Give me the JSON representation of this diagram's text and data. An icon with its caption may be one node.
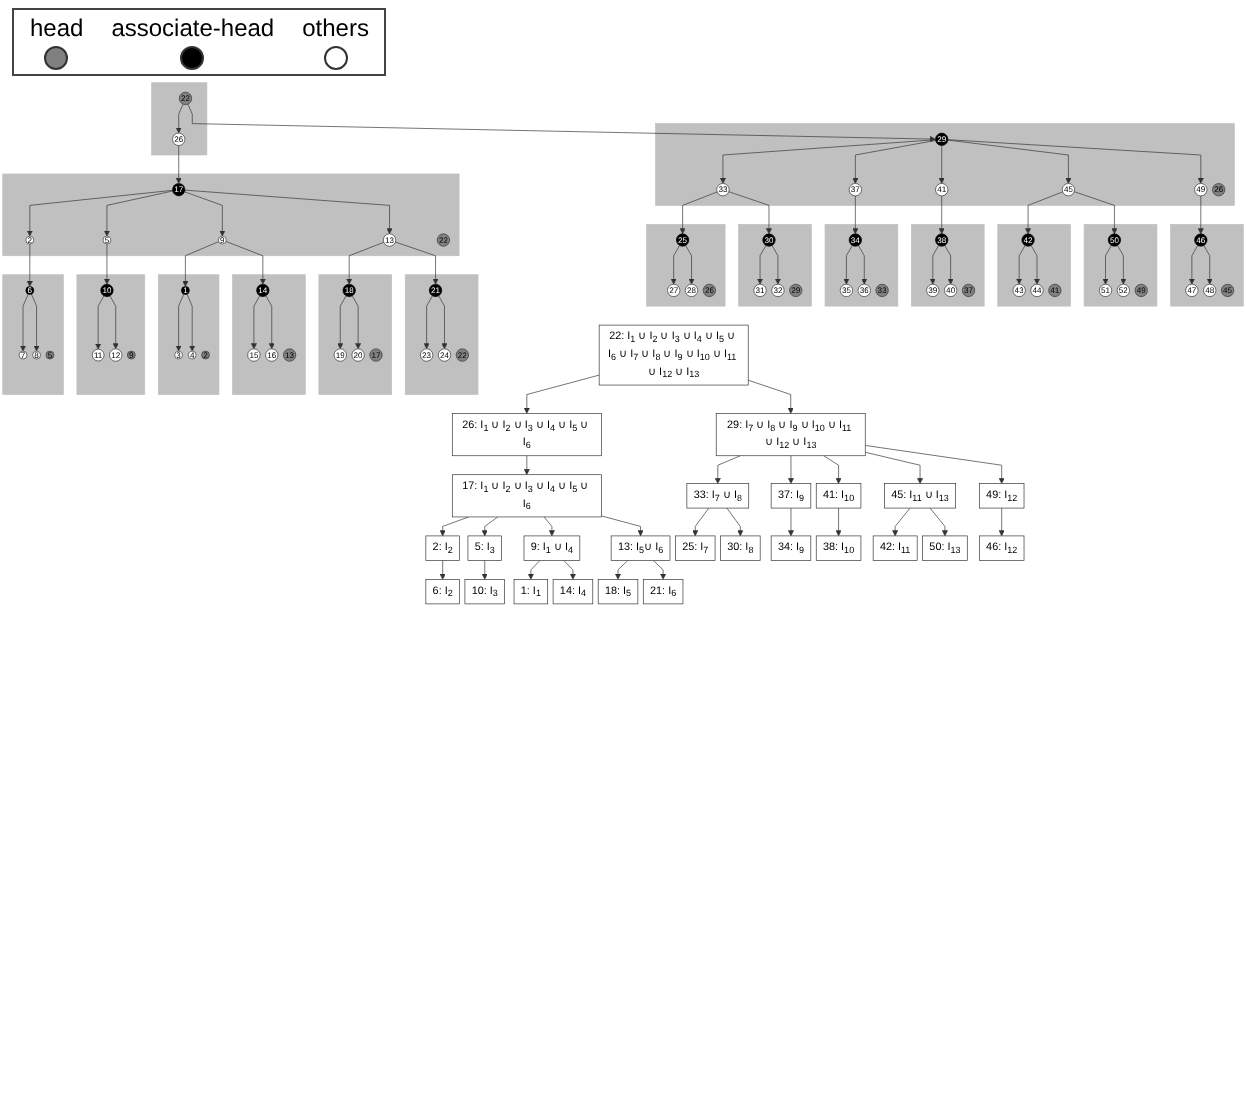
{
  "diagram": {
    "nodes": [
      {
        "text": [],
        "shape": "box"
      },
      {
        "text": [
          "22"
        ],
        "in": 0
      },
      {
        "text": [
          "26"
        ],
        "in": 0
      },
      {
        "text": [],
        "shape": "box"
      },
      {
        "text": [
          "17"
        ],
        "in": 3
      },
      {
        "text": [
          "22"
        ],
        "in": 3
      },
      {
        "text": [
          "2"
        ],
        "in": 3
      },
      {
        "text": [
          "5"
        ],
        "in": 3
      },
      {
        "text": [
          "9"
        ],
        "in": 3
      },
      {
        "text": [
          "13"
        ],
        "in": 3
      },
      {
        "text": [],
        "shape": "box"
      },
      {
        "text": [
          "26"
        ],
        "in": 10
      },
      {
        "text": [
          "29"
        ],
        "in": 10
      },
      {
        "text": [
          "33"
        ],
        "in": 10
      },
      {
        "text": [
          "37"
        ],
        "in": 10
      },
      {
        "text": [
          "41"
        ],
        "in": 10
      },
      {
        "text": [
          "45"
        ],
        "in": 10
      },
      {
        "text": [
          "49"
        ],
        "in": 10
      },
      {
        "text": [],
        "shape": "box"
      },
      {
        "text": [
          "1"
        ],
        "in": 18
      },
      {
        "text": [
          "2"
        ],
        "in": 18
      },
      {
        "text": [
          "3"
        ],
        "in": 18
      },
      {
        "text": [
          "4"
        ],
        "in": 18
      },
      {
        "text": [],
        "shape": "box"
      },
      {
        "text": [
          "5"
        ],
        "in": 23
      },
      {
        "text": [
          "6"
        ],
        "in": 23
      },
      {
        "text": [
          "7"
        ],
        "in": 23
      },
      {
        "text": [
          "8"
        ],
        "in": 23
      },
      {
        "text": [],
        "shape": "box"
      },
      {
        "text": [
          "9"
        ],
        "in": 28
      },
      {
        "text": [
          "10"
        ],
        "in": 28
      },
      {
        "text": [
          "11"
        ],
        "in": 28
      },
      {
        "text": [
          "12"
        ],
        "in": 28
      },
      {
        "text": [],
        "shape": "box"
      },
      {
        "text": [
          "13"
        ],
        "in": 33
      },
      {
        "text": [
          "14"
        ],
        "in": 33
      },
      {
        "text": [
          "15"
        ],
        "in": 33
      },
      {
        "text": [
          "16"
        ],
        "in": 33
      },
      {
        "text": [],
        "shape": "box"
      },
      {
        "text": [
          "17"
        ],
        "in": 38
      },
      {
        "text": [
          "18"
        ],
        "in": 38
      },
      {
        "text": [
          "19"
        ],
        "in": 38
      },
      {
        "text": [
          "20"
        ],
        "in": 38
      },
      {
        "text": [],
        "shape": "box"
      },
      {
        "text": [
          "21"
        ],
        "in": 43
      },
      {
        "text": [
          "22"
        ],
        "in": 43
      },
      {
        "text": [
          "23"
        ],
        "in": 43
      },
      {
        "text": [
          "24"
        ],
        "in": 43
      },
      {
        "text": [],
        "shape": "box"
      },
      {
        "text": [
          "25"
        ],
        "in": 48
      },
      {
        "text": [
          "26"
        ],
        "in": 48
      },
      {
        "text": [
          "27"
        ],
        "in": 48
      },
      {
        "text": [
          "28"
        ],
        "in": 48
      },
      {
        "text": [],
        "shape": "box"
      },
      {
        "text": [
          "29"
        ],
        "in": 53
      },
      {
        "text": [
          "30"
        ],
        "in": 53
      },
      {
        "text": [
          "31"
        ],
        "in": 53
      },
      {
        "text": [
          "32"
        ],
        "in": 53
      },
      {
        "text": [],
        "shape": "box"
      },
      {
        "text": [
          "33"
        ],
        "in": 58
      },
      {
        "text": [
          "34"
        ],
        "in": 58
      },
      {
        "text": [
          "35"
        ],
        "in": 58
      },
      {
        "text": [
          "36"
        ],
        "in": 58
      },
      {
        "text": [],
        "shape": "box"
      },
      {
        "text": [
          "37"
        ],
        "in": 63
      },
      {
        "text": [
          "38"
        ],
        "in": 63
      },
      {
        "text": [
          "39"
        ],
        "in": 63
      },
      {
        "text": [
          "40"
        ],
        "in": 63
      },
      {
        "text": [],
        "shape": "box"
      },
      {
        "text": [
          "41"
        ],
        "in": 68
      },
      {
        "text": [
          "42"
        ],
        "in": 68
      },
      {
        "text": [
          "43"
        ],
        "in": 68
      },
      {
        "text": [
          "44"
        ],
        "in": 68
      },
      {
        "text": [],
        "shape": "box"
      },
      {
        "text": [
          "45"
        ],
        "in": 73
      },
      {
        "text": [
          "46"
        ],
        "in": 73
      },
      {
        "text": [
          "47"
        ],
        "in": 73
      },
      {
        "text": [
          "48"
        ],
        "in": 73
      },
      {
        "text": [],
        "shape": "box"
      },
      {
        "text": [
          "49"
        ],
        "in": 78
      },
      {
        "text": [
          "50"
        ],
        "in": 78
      },
      {
        "text": [
          "51"
        ],
        "in": 78
      },
      {
        "text": [
          "52"
        ],
        "in": 78
      },
      {
        "text": [
          "22: I$_{1}$ ∪ I$_{2}$ ∪ I$_{3}$ ∪ I$_{4}$ ∪ I$_{5}$ ∪ I$_{6}$ ∪ I$_{7}$ ∪ I$_{8}$ ∪ I$_{9}$ ∪ I$_{10}$ ∪ I$_{11}$ ∪ I$_{12}$ ∪ I$_{13}$"
        ]
      },
      {
        "text": [
          "26: I$_{1}$ ∪ I$_{2}$ ∪ I$_{3}$ ∪ I$_{4}$ ∪ I$_{5}$ ∪ I$_{6}$"
        ]
      },
      {
        "text": [
          "29: I$_{7}$ ∪ I$_{8}$ ∪ I$_{9}$ ∪ I$_{10}$ ∪ I$_{11}$ ∪ I$_{12}$ ∪ I$_{13}$"
        ]
      },
      {
        "text": [
          "17: I$_{1}$ ∪ I$_{2}$ ∪ I$_{3}$ ∪ I$_{4}$ ∪ I$_{5}$ ∪ I$_{6}$"
        ]
      },
      {
        "text": [
          "33: I$_{7}$ ∪ I$_{8}$"
        ]
      },
      {
        "text": [
          "37: I$_{9}$"
        ]
      },
      {
        "text": [
          "41: I$_{10}$"
        ]
      },
      {
        "text": [
          "45: I$_{11}$ ∪ I$_{13}$"
        ]
      },
      {
        "text": [
          "49: I$_{12}$"
        ]
      },
      {
        "text": [
          "2: I$_{2}$"
        ]
      },
      {
        "text": [
          "5: I$_{3}$"
        ]
      },
      {
        "text": [
          "9: I$_{1}$ ∪ I$_{4}$"
        ]
      },
      {
        "text": [
          "13: I$_{5}$∪ I$_{6}$"
        ]
      },
      {
        "text": [
          "25: I$_{7}$"
        ]
      },
      {
        "text": [
          "30: I$_{8}$"
        ]
      },
      {
        "text": [
          "34: I$_{9}$"
        ]
      },
      {
        "text": [
          "38: I$_{10}$"
        ]
      },
      {
        "text": [
          "42: I$_{11}$"
        ]
      },
      {
        "text": [
          "50: I$_{13}$"
        ]
      },
      {
        "text": [
          "46: I$_{12}$"
        ]
      },
      {
        "text": [
          "6: I$_{2}$"
        ]
      },
      {
        "text": [
          "10: I$_{3}$"
        ]
      },
      {
        "text": [
          "1: I$_{1}$"
        ]
      },
      {
        "text": [
          "14: I$_{4}$"
        ]
      },
      {
        "text": [
          "18: I$_{5}$"
        ]
      },
      {
        "text": [
          "21: I$_{6}$"
        ]
      }
    ],
    "edges": [
      {
        "from": 1,
        "to": 2,
        "arrow": "to"
      },
      {
        "from": 2,
        "to": 4,
        "arrow": "to"
      },
      {
        "from": 1,
        "to": 12,
        "arrow": "to"
      },
      {
        "from": 4,
        "to": 6,
        "arrow": "to"
      },
      {
        "from": 4,
        "to": 7,
        "arrow": "to"
      },
      {
        "from": 4,
        "to": 8,
        "arrow": "to"
      },
      {
        "from": 4,
        "to": 9,
        "arrow": "to"
      },
      {
        "from": 12,
        "to": 13,
        "arrow": "to"
      },
      {
        "from": 12,
        "to": 14,
        "arrow": "to"
      },
      {
        "from": 12,
        "to": 15,
        "arrow": "to"
      },
      {
        "from": 12,
        "to": 16,
        "arrow": "to"
      },
      {
        "from": 12,
        "to": 17,
        "arrow": "to"
      },
      {
        "from": 6,
        "to": 25,
        "arrow": "to"
      },
      {
        "from": 7,
        "to": 30,
        "arrow": "to"
      },
      {
        "from": 8,
        "to": 19,
        "arrow": "to"
      },
      {
        "from": 8,
        "to": 35,
        "arrow": "to"
      },
      {
        "from": 9,
        "to": 40,
        "arrow": "to"
      },
      {
        "from": 9,
        "to": 44,
        "arrow": "to"
      },
      {
        "from": 13,
        "to": 49,
        "arrow": "to"
      },
      {
        "from": 13,
        "to": 55,
        "arrow": "to"
      },
      {
        "from": 14,
        "to": 60,
        "arrow": "to"
      },
      {
        "from": 15,
        "to": 65,
        "arrow": "to"
      },
      {
        "from": 16,
        "to": 70,
        "arrow": "to"
      },
      {
        "from": 16,
        "to": 80,
        "arrow": "to"
      },
      {
        "from": 17,
        "to": 75,
        "arrow": "to"
      },
      {
        "from": 19,
        "to": 21,
        "arrow": "to"
      },
      {
        "from": 19,
        "to": 22,
        "arrow": "to"
      },
      {
        "from": 25,
        "to": 26,
        "arrow": "to"
      },
      {
        "from": 25,
        "to": 27,
        "arrow": "to"
      },
      {
        "from": 30,
        "to": 31,
        "arrow": "to"
      },
      {
        "from": 30,
        "to": 32,
        "arrow": "to"
      },
      {
        "from": 35,
        "to": 36,
        "arrow": "to"
      },
      {
        "from": 35,
        "to": 37,
        "arrow": "to"
      },
      {
        "from": 40,
        "to": 41,
        "arrow": "to"
      },
      {
        "from": 40,
        "to": 42,
        "arrow": "to"
      },
      {
        "from": 44,
        "to": 46,
        "arrow": "to"
      },
      {
        "from": 44,
        "to": 47,
        "arrow": "to"
      },
      {
        "from": 49,
        "to": 51,
        "arrow": "to"
      },
      {
        "from": 49,
        "to": 52,
        "arrow": "to"
      },
      {
        "from": 55,
        "to": 56,
        "arrow": "to"
      },
      {
        "from": 55,
        "to": 57,
        "arrow": "to"
      },
      {
        "from": 60,
        "to": 61,
        "arrow": "to"
      },
      {
        "from": 60,
        "to": 62,
        "arrow": "to"
      },
      {
        "from": 65,
        "to": 66,
        "arrow": "to"
      },
      {
        "from": 65,
        "to": 67,
        "arrow": "to"
      },
      {
        "from": 70,
        "to": 71,
        "arrow": "to"
      },
      {
        "from": 70,
        "to": 72,
        "arrow": "to"
      },
      {
        "from": 75,
        "to": 76,
        "arrow": "to"
      },
      {
        "from": 75,
        "to": 77,
        "arrow": "to"
      },
      {
        "from": 80,
        "to": 81,
        "arrow": "to"
      },
      {
        "from": 80,
        "to": 82,
        "arrow": "to"
      },
      {
        "from": 83,
        "to": 84,
        "arrow": "to"
      },
      {
        "from": 83,
        "to": 85,
        "arrow": "to"
      },
      {
        "from": 84,
        "to": 86,
        "arrow": "to"
      },
      {
        "from": 85,
        "to": 87,
        "arrow": "to"
      },
      {
        "from": 85,
        "to": 88,
        "arrow": "to"
      },
      {
        "from": 85,
        "to": 89,
        "arrow": "to"
      },
      {
        "from": 85,
        "to": 90,
        "arrow": "to"
      },
      {
        "from": 85,
        "to": 91,
        "arrow": "to"
      },
      {
        "from": 86,
        "to": 92,
        "arrow": "to"
      },
      {
        "from": 86,
        "to": 93,
        "arrow": "to"
      },
      {
        "from": 86,
        "to": 94,
        "arrow": "to"
      },
      {
        "from": 86,
        "to": 95,
        "arrow": "to"
      },
      {
        "from": 87,
        "to": 96,
        "arrow": "to"
      },
      {
        "from": 87,
        "to": 97,
        "arrow": "to"
      },
      {
        "from": 88,
        "to": 98,
        "arrow": "to"
      },
      {
        "from": 89,
        "to": 99,
        "arrow": "to"
      },
      {
        "from": 90,
        "to": 100,
        "arrow": "to"
      },
      {
        "from": 90,
        "to": 101,
        "arrow": "to"
      },
      {
        "from": 91,
        "to": 102,
        "arrow": "to"
      },
      {
        "from": 92,
        "to": 103,
        "arrow": "to"
      },
      {
        "from": 93,
        "to": 104,
        "arrow": "to"
      },
      {
        "from": 94,
        "to": 105,
        "arrow": "to"
      },
      {
        "from": 94,
        "to": 106,
        "arrow": "to"
      },
      {
        "from": 95,
        "to": 107,
        "arrow": "to"
      },
      {
        "from": 95,
        "to": 108,
        "arrow": "to"
      }
    ],
    "legend": [
      {
        "text": "head",
        "color": "#808080"
      },
      {
        "text": "associate-head",
        "color": "#000000"
      },
      {
        "text": "others",
        "color": "#ffffff"
      }
    ]
  }
}
